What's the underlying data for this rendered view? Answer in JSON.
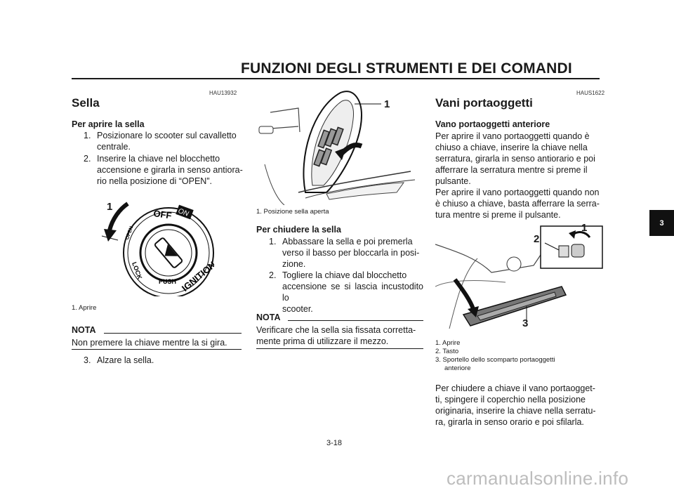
{
  "header": {
    "title": "FUNZIONI DEGLI STRUMENTI E DEI COMANDI"
  },
  "left": {
    "code": "HAU13932",
    "title": "Sella",
    "open_subhead": "Per aprire la sella",
    "steps": [
      {
        "num": "1.",
        "lines": [
          "Posizionare lo scooter sul cavalletto",
          "centrale."
        ]
      },
      {
        "num": "2.",
        "lines": [
          "Inserire la chiave nel blocchetto",
          "accensione e girarla in senso antiora-",
          "rio nella posizione di “OPEN”."
        ]
      }
    ],
    "figure": {
      "callout": "1",
      "switch_labels": [
        "OFF",
        "ON",
        "IGNITION",
        "LOCK",
        "OPEN",
        "PUSH"
      ]
    },
    "caption": "1. Aprire",
    "nota_label": "NOTA",
    "nota_text": "Non premere la chiave mentre la si gira.",
    "step3": {
      "num": "3.",
      "text": "Alzare la sella."
    }
  },
  "middle": {
    "figure": {
      "callout": "1"
    },
    "caption": "1. Posizione sella aperta",
    "close_subhead": "Per chiudere la sella",
    "steps": [
      {
        "num": "1.",
        "lines": [
          "Abbassare la sella e poi premerla",
          "verso il basso per bloccarla in posi-",
          "zione."
        ]
      },
      {
        "num": "2.",
        "lines": [
          "Togliere la chiave dal blocchetto",
          "accensione se si lascia incustodito lo",
          "scooter."
        ]
      }
    ],
    "nota_label": "NOTA",
    "nota_lines": [
      "Verificare che la sella sia fissata corretta-",
      "mente prima di utilizzare il mezzo."
    ]
  },
  "right": {
    "code": "HAUS1622",
    "title": "Vani portaoggetti",
    "subhead": "Vano portaoggetti anteriore",
    "para1": [
      "Per aprire il vano portaoggetti quando è",
      "chiuso a chiave, inserire la chiave nella",
      "serratura, girarla in senso antiorario e poi",
      "afferrare la serratura mentre si preme il",
      "pulsante."
    ],
    "para2": [
      "Per aprire il vano portaoggetti quando non",
      "è chiuso a chiave, basta afferrare la serra-",
      "tura mentre si preme il pulsante."
    ],
    "figure": {
      "callouts": [
        "1",
        "2",
        "3"
      ]
    },
    "captions": [
      "1. Aprire",
      "2. Tasto",
      "3. Sportello dello scomparto portaoggetti",
      "anteriore"
    ],
    "para3": [
      "Per chiudere a chiave il vano portaogget-",
      "ti, spingere il coperchio nella posizione",
      "originaria, inserire la chiave nella serratu-",
      "ra, girarla in senso orario e poi sfilarla."
    ]
  },
  "chapter_tab": "3",
  "page_number": "3-18",
  "watermark": "carmanualsonline.info"
}
